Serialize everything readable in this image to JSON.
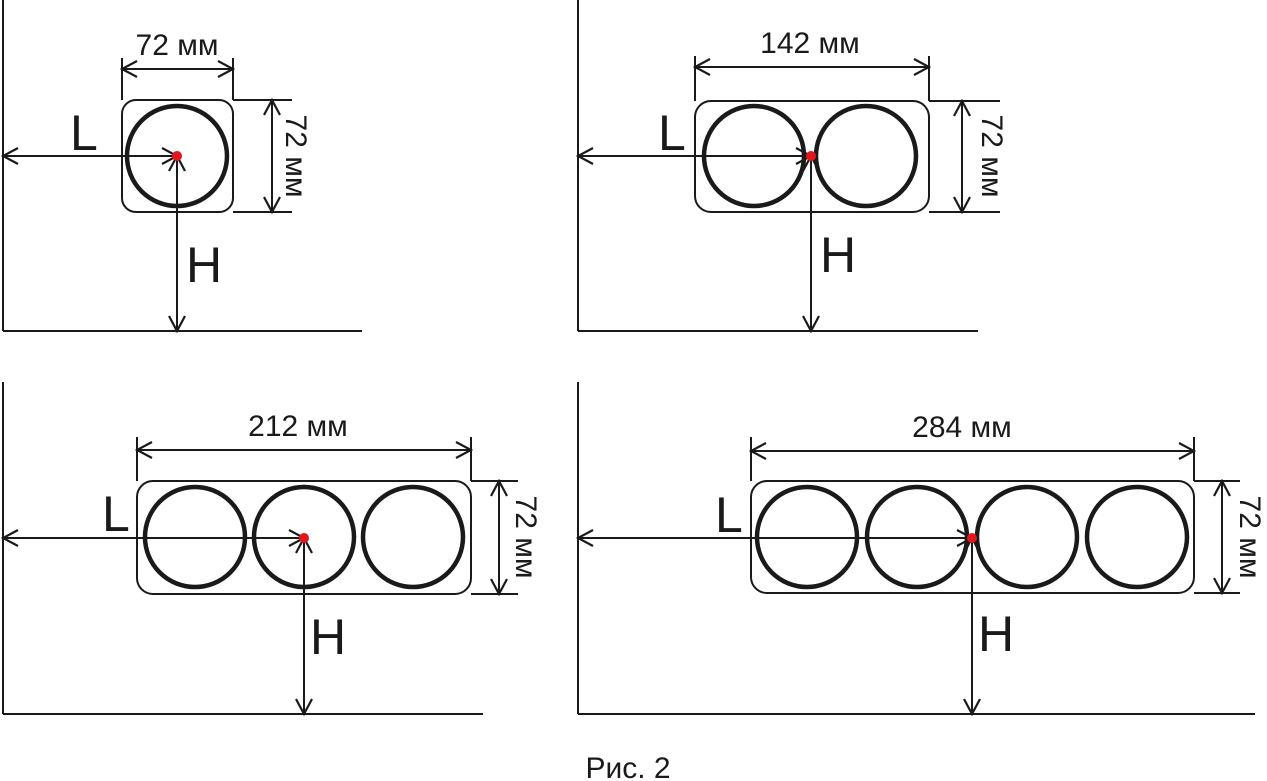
{
  "caption": "Рис. 2",
  "colors": {
    "line": "#1a1a1a",
    "center_point": "#e3161b"
  },
  "panels": [
    {
      "width_label": "72 мм",
      "height_label": "72 мм",
      "horizontal_label": "L",
      "vertical_label": "H",
      "circles": 1
    },
    {
      "width_label": "142 мм",
      "height_label": "72 мм",
      "horizontal_label": "L",
      "vertical_label": "H",
      "circles": 2
    },
    {
      "width_label": "212 мм",
      "height_label": "72 мм",
      "horizontal_label": "L",
      "vertical_label": "H",
      "circles": 3
    },
    {
      "width_label": "284 мм",
      "height_label": "72 мм",
      "horizontal_label": "L",
      "vertical_label": "H",
      "circles": 4
    }
  ]
}
